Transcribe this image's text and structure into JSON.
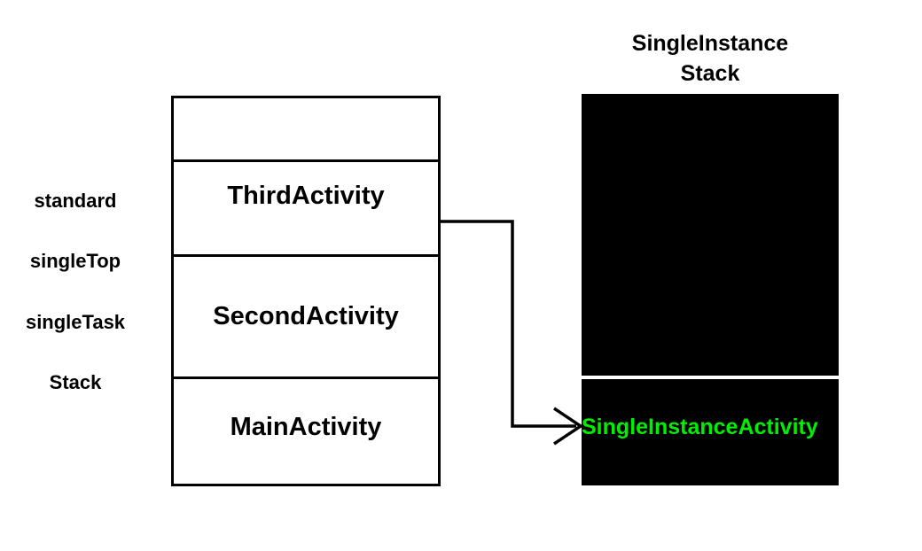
{
  "diagram": {
    "title_hidden": "",
    "launch_modes": [
      {
        "label": "standard"
      },
      {
        "label": "singleTop"
      },
      {
        "label": "singleTask"
      },
      {
        "label": "Stack"
      }
    ],
    "main_stack": {
      "cells": [
        {
          "label": ""
        },
        {
          "label": "ThirdActivity"
        },
        {
          "label": "SecondActivity"
        },
        {
          "label": "MainActivity"
        }
      ]
    },
    "single_instance_stack": {
      "title_line1": "SingleInstance",
      "title_line2": "Stack",
      "cells": [
        {
          "label": ""
        },
        {
          "label": "SingleInstanceActivity"
        }
      ]
    },
    "connector": {
      "from": "ThirdActivity",
      "to": "SingleInstanceActivity",
      "arrowhead": "open-chevron-right"
    },
    "colors": {
      "background": "#ffffff",
      "stroke": "#000000",
      "stack_fill": "#ffffff",
      "single_instance_fill": "#000000",
      "single_instance_divider": "#ffffff",
      "activity_text": "#00ee00"
    }
  }
}
